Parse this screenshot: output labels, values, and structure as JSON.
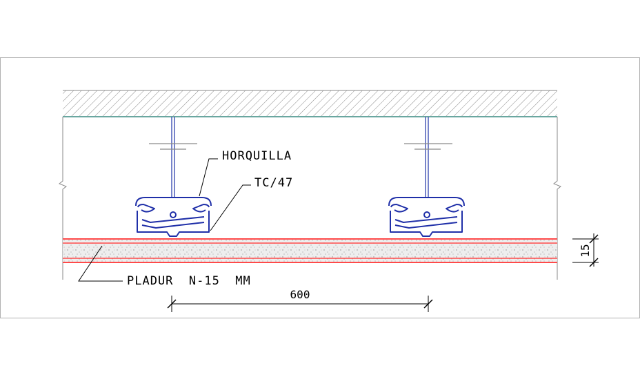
{
  "labels": {
    "horquilla": "HORQUILLA",
    "tc47": "TC/47",
    "pladur": "PLADUR  N-15  MM",
    "spacing_dim": "600",
    "thickness_dim": "15"
  },
  "colors": {
    "frame": "#b0b0b0",
    "ceiling_line": "#6aa7a0",
    "hatch": "#8a8a8a",
    "profile": "#1f2fa8",
    "hanger": "#4a5ab8",
    "board_line": "#ff4a4a",
    "board_fill": "#dcdcdc",
    "dim_line": "#000000"
  }
}
